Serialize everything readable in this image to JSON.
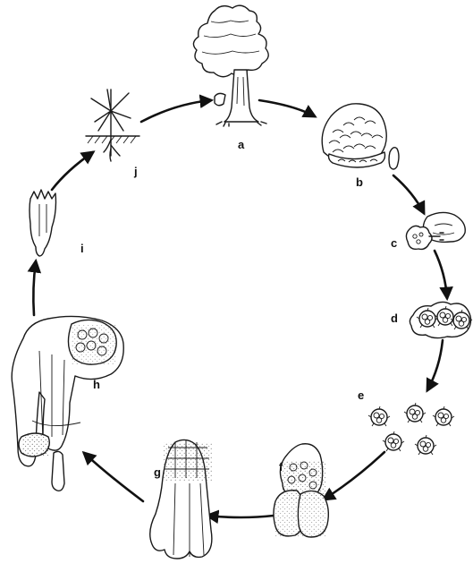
{
  "diagram": {
    "stages": [
      {
        "id": "a",
        "label": "a"
      },
      {
        "id": "b",
        "label": "b"
      },
      {
        "id": "c",
        "label": "c"
      },
      {
        "id": "d",
        "label": "d"
      },
      {
        "id": "e",
        "label": "e"
      },
      {
        "id": "f",
        "label": "f"
      },
      {
        "id": "g",
        "label": "g"
      },
      {
        "id": "h",
        "label": "h"
      },
      {
        "id": "i",
        "label": "i"
      },
      {
        "id": "j",
        "label": "j"
      }
    ],
    "cycle_direction": "clockwise",
    "line_color": "#111111",
    "background": "#ffffff"
  }
}
